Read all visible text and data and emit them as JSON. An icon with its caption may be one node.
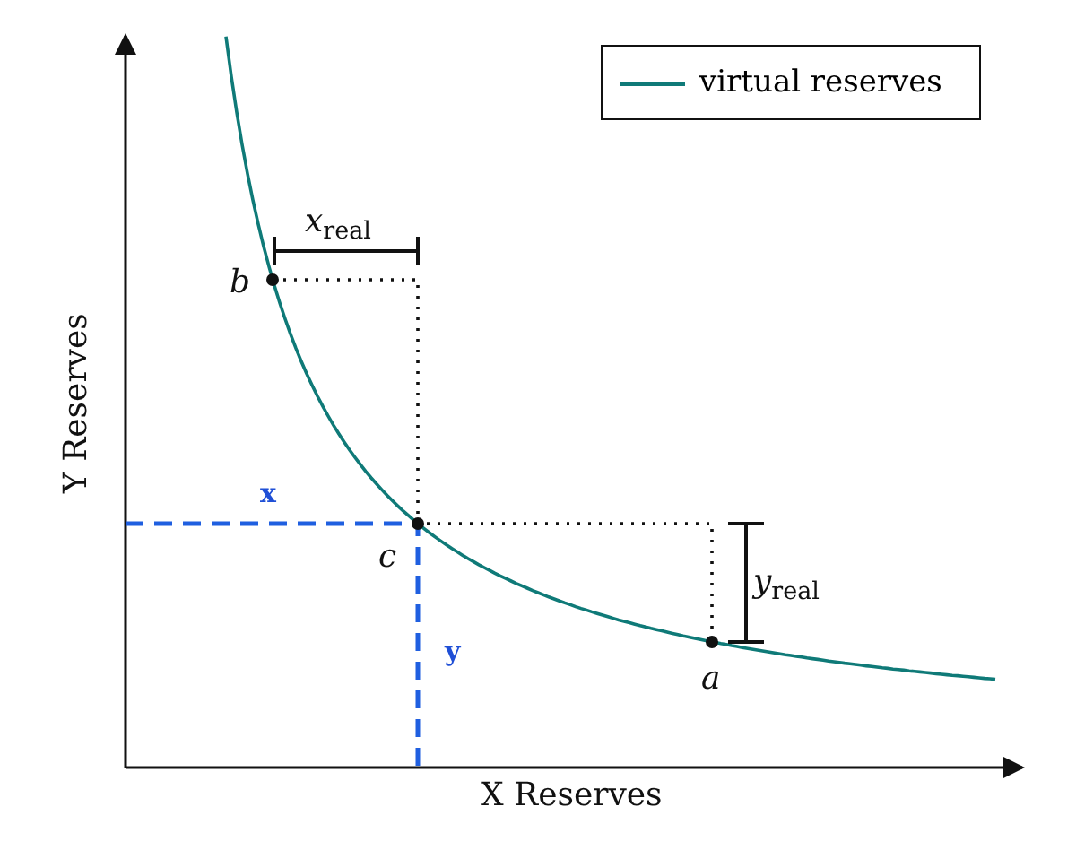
{
  "diagram": {
    "labels": [
      "*x*$_{real}$",
      "b",
      "Y Reserves",
      "x",
      "c",
      "*y*$_{real}$",
      "y",
      "a",
      "X Reserves"
    ],
    "legend": [
      {
        "text": "virtual reserves"
      }
    ]
  }
}
